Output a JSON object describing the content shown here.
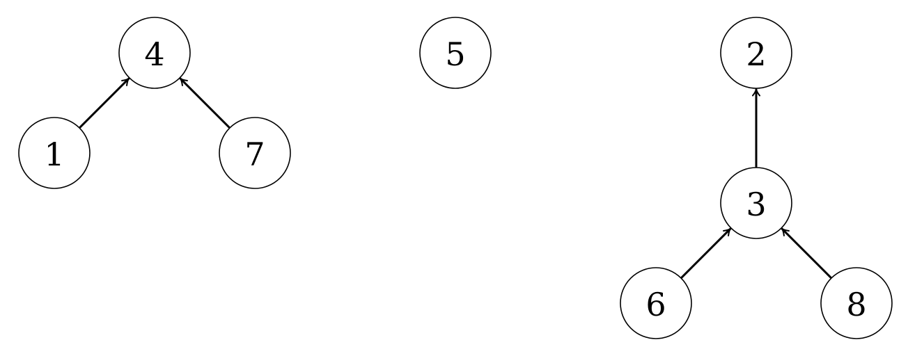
{
  "diagram": {
    "nodes": [
      {
        "id": "1",
        "label": "1"
      },
      {
        "id": "2",
        "label": "2"
      },
      {
        "id": "3",
        "label": "3"
      },
      {
        "id": "4",
        "label": "4"
      },
      {
        "id": "5",
        "label": "5"
      },
      {
        "id": "6",
        "label": "6"
      },
      {
        "id": "7",
        "label": "7"
      },
      {
        "id": "8",
        "label": "8"
      }
    ],
    "edges": [
      {
        "from": "1",
        "to": "4"
      },
      {
        "from": "7",
        "to": "4"
      },
      {
        "from": "3",
        "to": "2"
      },
      {
        "from": "6",
        "to": "3"
      },
      {
        "from": "8",
        "to": "3"
      }
    ],
    "colors": {
      "stroke": "#000000",
      "fill": "#ffffff"
    }
  }
}
